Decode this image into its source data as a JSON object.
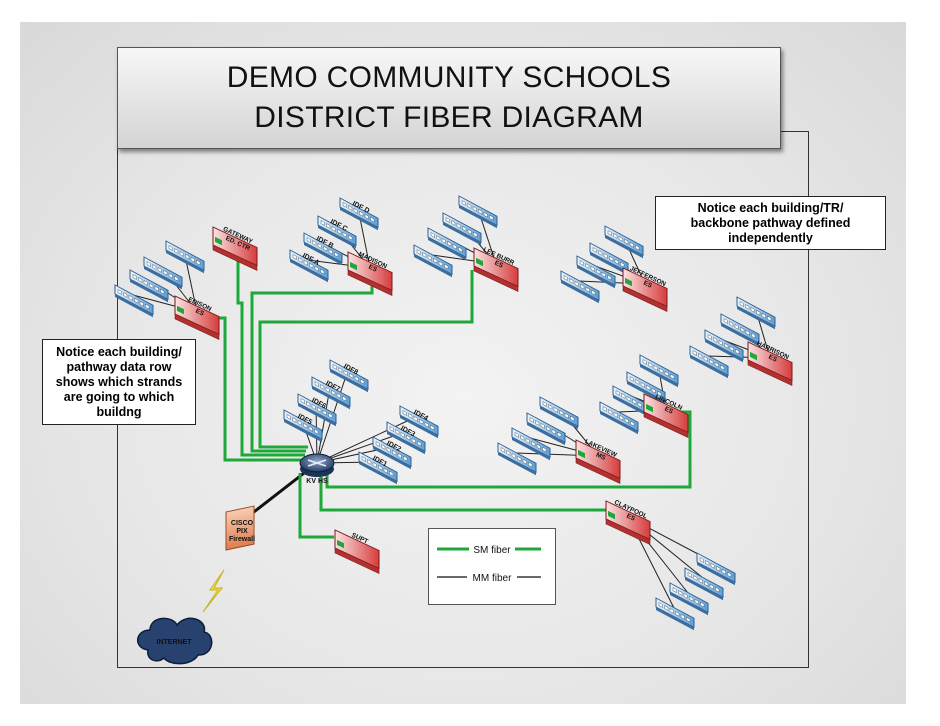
{
  "title": {
    "line1": "DEMO COMMUNITY SCHOOLS",
    "line2": "DISTRICT FIBER DIAGRAM"
  },
  "notes": {
    "left": [
      "Notice each building/",
      "pathway data row",
      "shows which strands",
      "are going to which",
      "buildng"
    ],
    "right": [
      "Notice each building/TR/",
      "backbone pathway defined",
      "independently"
    ]
  },
  "hub": {
    "label": "KV HS"
  },
  "firewall": {
    "label": [
      "CISCO",
      "PIX",
      "Firewall"
    ]
  },
  "internet": {
    "label": "INTERNET"
  },
  "buildings": {
    "edison": [
      "EDISON",
      "ES"
    ],
    "gateway": [
      "GATEWAY",
      "ED. CTR"
    ],
    "madison": [
      "MADISON",
      "ES"
    ],
    "lee": [
      "LEE BURR",
      "ES"
    ],
    "jefferson": [
      "JEFFERSON",
      "ES"
    ],
    "harrison": [
      "HARRISON",
      "ES"
    ],
    "lincoln": [
      "LINCOLN",
      "ES"
    ],
    "lakeview": [
      "LAKEVIEW",
      "MS"
    ],
    "claypool": [
      "CLAYPOOL",
      "ES"
    ],
    "supt": [
      "SUPT"
    ]
  },
  "idfs": {
    "madison": [
      "IDF D",
      "IDF C",
      "IDF B",
      "IDF A"
    ],
    "hub_left": [
      "IDF8",
      "IDF7",
      "IDF6",
      "IDF5"
    ],
    "hub_right": [
      "IDF4",
      "IDF3",
      "IDF2",
      "IDF1"
    ]
  },
  "legend": {
    "sm": "SM fiber",
    "mm": "MM fiber"
  },
  "colors": {
    "sm_fiber": "#1fa83a",
    "mm_fiber": "#111111",
    "building": "#e04848",
    "switch": "#6aa8dd"
  }
}
